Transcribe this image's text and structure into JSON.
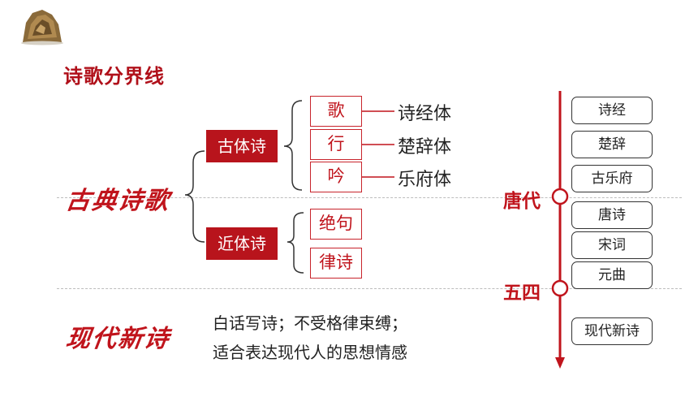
{
  "heading": "诗歌分界线",
  "classical": {
    "title": "古典诗歌",
    "ancient": {
      "label": "古体诗",
      "forms": [
        {
          "form": "歌",
          "style": "诗经体"
        },
        {
          "form": "行",
          "style": "楚辞体"
        },
        {
          "form": "吟",
          "style": "乐府体"
        }
      ]
    },
    "modern_style": {
      "label": "近体诗",
      "forms": [
        "绝句",
        "律诗"
      ]
    }
  },
  "new_poetry": {
    "title": "现代新诗",
    "description_line1": "白话写诗；不受格律束缚；",
    "description_line2": "适合表达现代人的思想情感"
  },
  "timeline": {
    "markers": [
      "唐代",
      "五四"
    ],
    "items": [
      "诗经",
      "楚辞",
      "古乐府",
      "唐诗",
      "宋词",
      "元曲",
      "现代新诗"
    ],
    "color": "#c0141c"
  }
}
